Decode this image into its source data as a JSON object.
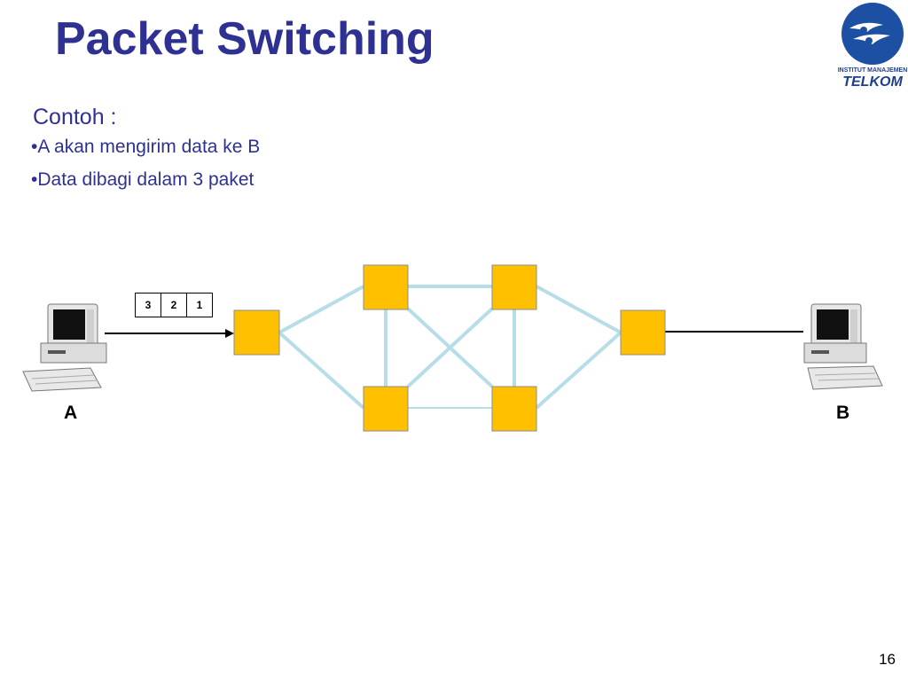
{
  "slide": {
    "title": "Packet Switching",
    "heading": "Contoh :",
    "bullets": [
      "•A akan mengirim data ke B",
      "•Data dibagi dalam 3 paket"
    ],
    "page_number": "16"
  },
  "logo": {
    "line1": "INSTITUT MANAJEMEN",
    "line2": "TELKOM"
  },
  "diagram": {
    "host_a_label": "A",
    "host_b_label": "B",
    "packets": [
      "3",
      "2",
      "1"
    ],
    "icons": [
      "computer-a-icon",
      "computer-b-icon",
      "switch-node-icon"
    ],
    "colors": {
      "title": "#2e3192",
      "node_fill": "#ffc000",
      "node_border": "#808080",
      "link": "#b7dde8"
    }
  }
}
